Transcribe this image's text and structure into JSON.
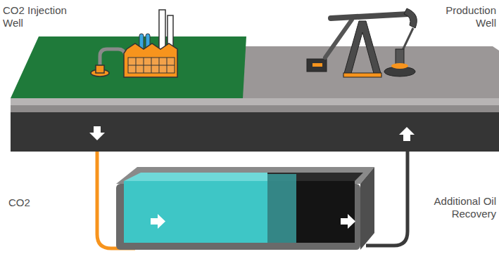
{
  "diagram": {
    "labels": [
      "CO2 Injection Well",
      "Production Well",
      "CO2",
      "Additional Oil Recovery"
    ]
  }
}
